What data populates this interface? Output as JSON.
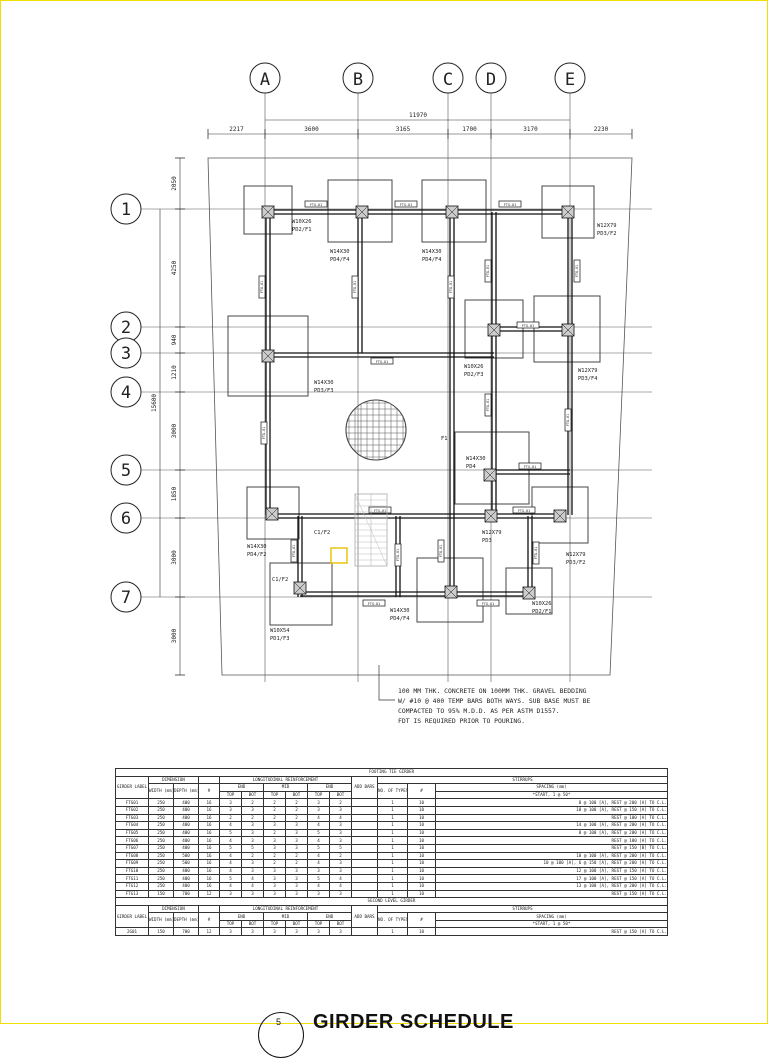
{
  "drawing": {
    "grid_columns": [
      "A",
      "B",
      "C",
      "D",
      "E"
    ],
    "grid_rows": [
      "1",
      "2",
      "3",
      "4",
      "5",
      "6",
      "7"
    ],
    "overall_width": "11970",
    "column_spacings": [
      "2217",
      "3600",
      "3165",
      "1700",
      "3170",
      "2230"
    ],
    "row_spacings": [
      "2050",
      "4250",
      "940",
      "1210",
      "3000",
      "1850",
      "3000",
      "3000"
    ],
    "overall_height": "15600",
    "beam_tag": "FTG-01",
    "footing_labels": [
      {
        "size": "W10X26",
        "mark": "PD2/F1"
      },
      {
        "size": "W14X30",
        "mark": "PD4/F4"
      },
      {
        "size": "W14X30",
        "mark": "PD4/F4"
      },
      {
        "size": "W12X79",
        "mark": "PD3/F2"
      },
      {
        "size": "W10X26",
        "mark": "PD2/F3"
      },
      {
        "size": "W12X79",
        "mark": "PD3/F4"
      },
      {
        "size": "W14X30",
        "mark": "PD3/F3"
      },
      {
        "size": "W14X30",
        "mark": "PD4"
      },
      {
        "size": "W14X30",
        "mark": "PD4/F2"
      },
      {
        "size": "W12X79",
        "mark": "PD3"
      },
      {
        "size": "W12X79",
        "mark": "PD3/F2"
      },
      {
        "size": "W10X54",
        "mark": "PD1/F3"
      },
      {
        "size": "W14X30",
        "mark": "PD4/F4"
      },
      {
        "size": "W10X26",
        "mark": "PD2/F1"
      }
    ],
    "small_labels": [
      "C1/F2",
      "C1/F2",
      "F1"
    ],
    "general_note": [
      "100 MM THK. CONCRETE ON 100MM THK. GRAVEL BEDDING",
      "W/ #10 @ 400 TEMP BARS BOTH WAYS. SUB BASE MUST BE",
      "COMPACTED TO 95% M.D.D. AS PER ASTM D1557.",
      "FDT IS REQUIRED PRIOR TO POURING."
    ]
  },
  "schedule": {
    "title": "GIRDER SCHEDULE",
    "detail_number": "5",
    "section_footing": "FOOTING TIE GIRDER",
    "section_second": "SECOND LEVEL GIRDER",
    "headers": {
      "label": "GIRDER LABEL",
      "dimension": "DIMENSION",
      "width": "WIDTH (mm)",
      "depth": "DEPTH (mm)",
      "dia": "#",
      "longitudinal": "LONGITUDINAL REINFORCEMENT",
      "end": "END",
      "mid": "MID",
      "top": "TOP",
      "bot": "BOT",
      "add_bars": "ADD BARS",
      "stirrups": "STIRRUPS",
      "no_types": "NO. OF TYPES",
      "spacing": "SPACING (mm)",
      "start": "*START, 1 @ 50*"
    },
    "footing_rows": [
      [
        "FTG01",
        "250",
        "400",
        "16",
        "3",
        "2",
        "2",
        "2",
        "3",
        "2",
        "",
        "1",
        "10",
        "8 @ 100 [A], REST @ 200 [A] TO C.L."
      ],
      [
        "FTG02",
        "250",
        "400",
        "16",
        "3",
        "3",
        "2",
        "2",
        "3",
        "3",
        "",
        "1",
        "10",
        "10 @ 100 [A], REST @ 150 [A] TO C.L."
      ],
      [
        "FTG03",
        "250",
        "400",
        "16",
        "2",
        "2",
        "2",
        "2",
        "4",
        "4",
        "",
        "1",
        "10",
        "REST @ 100 [A] TO C.L."
      ],
      [
        "FTG04",
        "250",
        "400",
        "16",
        "4",
        "3",
        "3",
        "3",
        "4",
        "3",
        "",
        "1",
        "10",
        "14 @ 100 [A], REST @ 200 [A] TO C.L."
      ],
      [
        "FTG05",
        "250",
        "400",
        "16",
        "5",
        "3",
        "2",
        "3",
        "5",
        "3",
        "",
        "1",
        "10",
        "8 @ 100 [A], REST @ 200 [A] TO C.L."
      ],
      [
        "FTG06",
        "250",
        "400",
        "16",
        "4",
        "3",
        "3",
        "3",
        "4",
        "3",
        "",
        "1",
        "10",
        "REST @ 100 [A] TO C.L."
      ],
      [
        "FTG07",
        "250",
        "400",
        "16",
        "5",
        "5",
        "3",
        "3",
        "5",
        "5",
        "",
        "1",
        "10",
        "REST @ 150 [B] TO C.L."
      ],
      [
        "FTG08",
        "250",
        "500",
        "16",
        "4",
        "2",
        "2",
        "2",
        "4",
        "2",
        "",
        "1",
        "10",
        "10 @ 100 [A], REST @ 200 [A] TO C.L."
      ],
      [
        "FTG09",
        "250",
        "500",
        "16",
        "4",
        "3",
        "2",
        "2",
        "4",
        "3",
        "",
        "1",
        "10",
        "10 @ 100 [A], 6 @ 150 [A], REST @ 200 [A] TO C.L."
      ],
      [
        "FTG10",
        "250",
        "400",
        "16",
        "4",
        "3",
        "3",
        "3",
        "3",
        "3",
        "",
        "1",
        "10",
        "12 @ 100 [A], REST @ 150 [A] TO C.L."
      ],
      [
        "FTG11",
        "250",
        "400",
        "16",
        "5",
        "4",
        "3",
        "3",
        "5",
        "4",
        "",
        "1",
        "10",
        "17 @ 100 [A], REST @ 150 [A] TO C.L."
      ],
      [
        "FTG12",
        "250",
        "400",
        "16",
        "4",
        "4",
        "3",
        "3",
        "4",
        "4",
        "",
        "1",
        "10",
        "13 @ 100 [A], REST @ 200 [A] TO C.L."
      ],
      [
        "FTG13",
        "150",
        "700",
        "12",
        "3",
        "3",
        "3",
        "3",
        "3",
        "3",
        "",
        "1",
        "10",
        "REST @ 150 [A] TO C.L."
      ]
    ],
    "second_rows": [
      [
        "2G01",
        "150",
        "700",
        "12",
        "3",
        "3",
        "3",
        "3",
        "3",
        "3",
        "",
        "1",
        "10",
        "REST @ 150 [A] TO C.L."
      ]
    ]
  }
}
